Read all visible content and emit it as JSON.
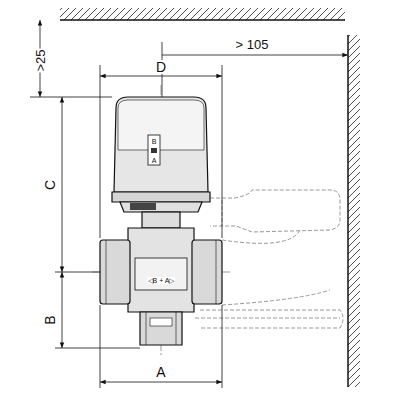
{
  "diagram": {
    "labels": [
      ">25",
      "> 105",
      "D",
      "C",
      "B",
      "A",
      "B",
      "A",
      "◁B + A▷"
    ]
  }
}
